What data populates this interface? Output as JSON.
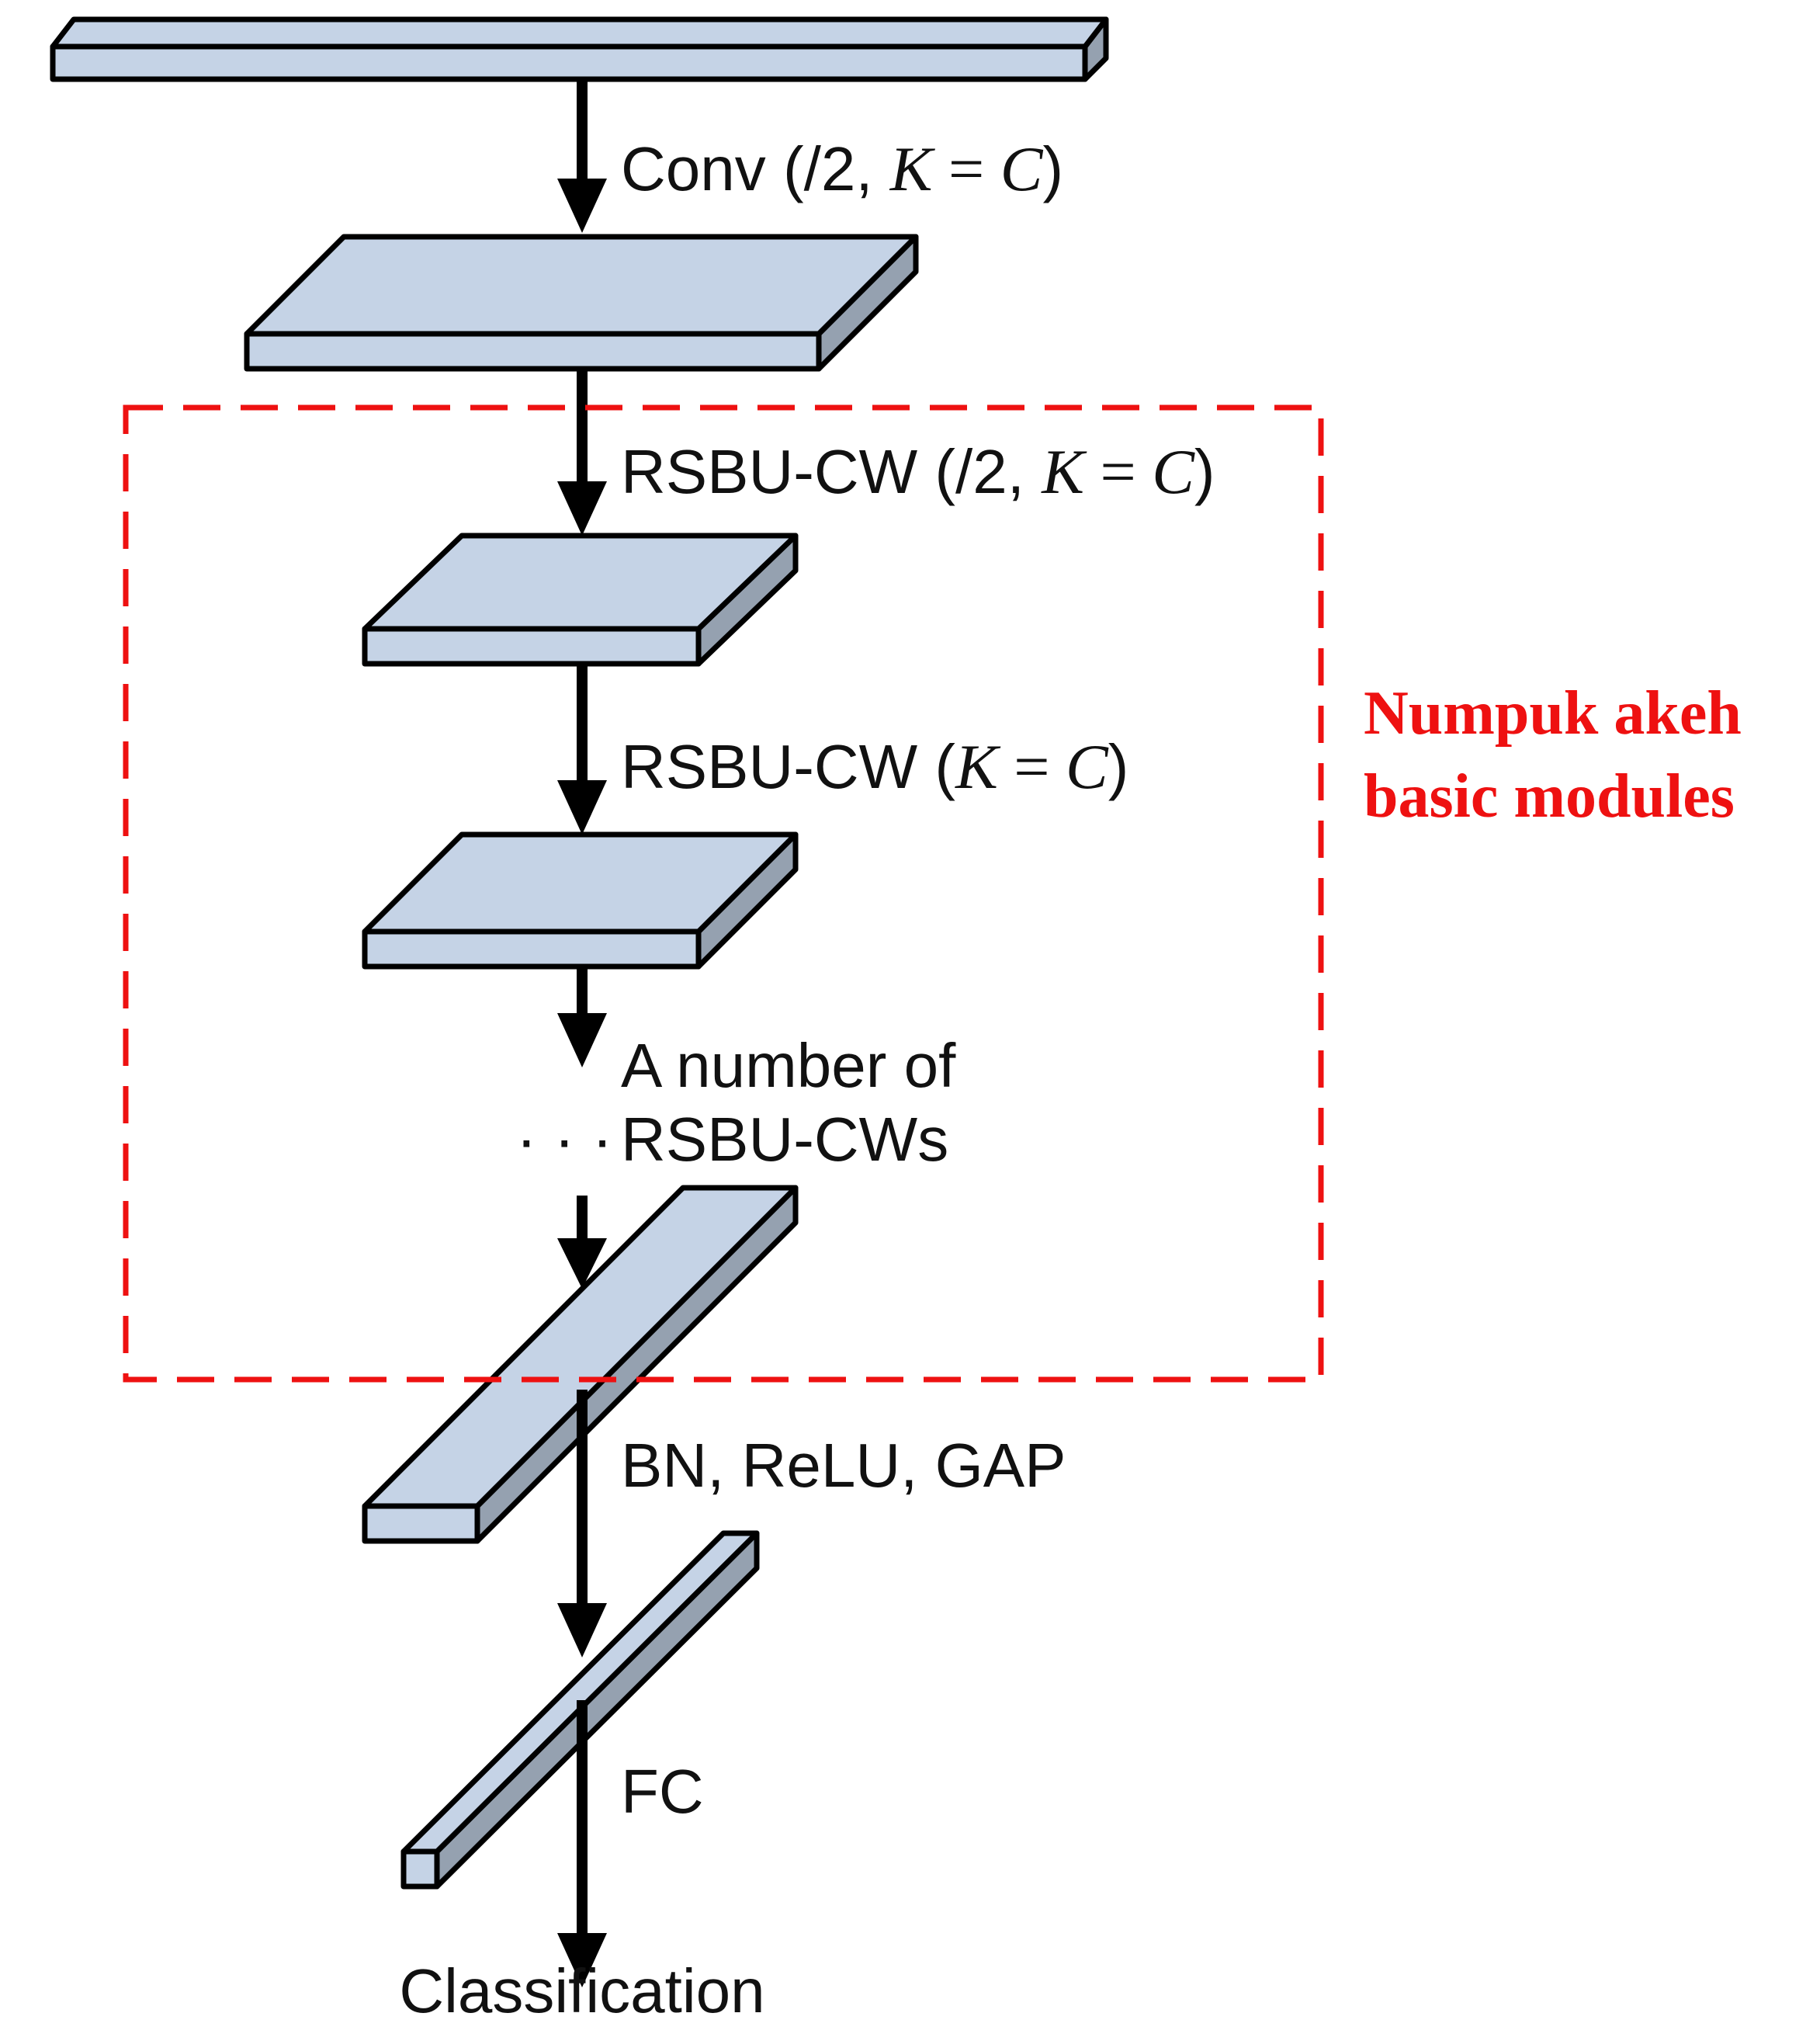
{
  "diagram": {
    "labels": {
      "conv": {
        "pre": "Conv (/2, ",
        "k": "K",
        "eq": " = ",
        "c": "C",
        "post": ")"
      },
      "rsbu1": {
        "pre": "RSBU-CW (/2, ",
        "k": "K",
        "eq": " = ",
        "c": "C",
        "post": ")"
      },
      "rsbu2": {
        "pre": "RSBU-CW (",
        "k": "K",
        "eq": " = ",
        "c": "C",
        "post": ")"
      },
      "many_line1": "A number of",
      "many_line2": "RSBU-CWs",
      "dots": "· · ·",
      "bn": "BN, ReLU, GAP",
      "fc": "FC",
      "classification": "Classification"
    },
    "annotation": {
      "line1": "Numpuk akeh",
      "line2": "basic modules",
      "color": "#ee1111"
    },
    "colors": {
      "block_face": "#c5d3e6",
      "block_side": "#95a1b0",
      "arrow": "#000000"
    }
  }
}
